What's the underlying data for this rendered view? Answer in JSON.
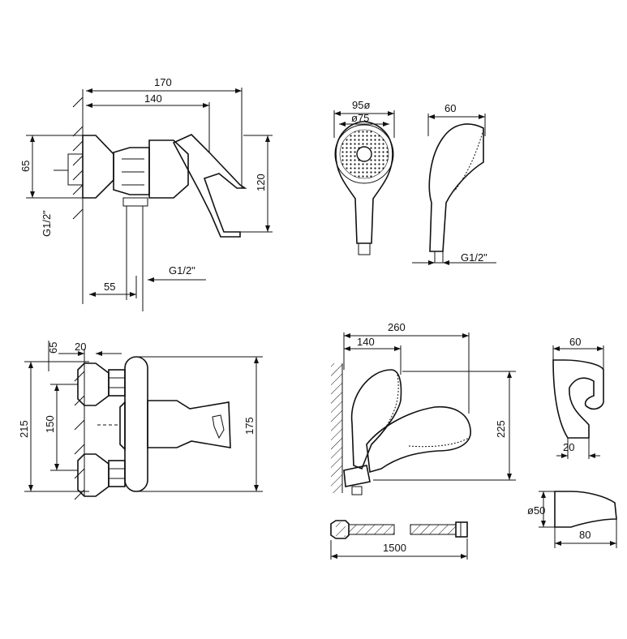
{
  "mixer_top": {
    "dims": {
      "total_width": "170",
      "body_width": "140",
      "height": "65",
      "depth": "120",
      "thread_left": "G1/2\"",
      "thread_bottom": "G1/2\"",
      "outlet_offset": "55"
    }
  },
  "hand_shower_front": {
    "dims": {
      "outer_diameter": "95ø",
      "inner_diameter": "ø75"
    }
  },
  "hand_shower_side": {
    "dims": {
      "depth": "60",
      "thread": "G1/2\""
    }
  },
  "mixer_front": {
    "dims": {
      "small_offset": "65",
      "connector": "20",
      "total_height": "215",
      "centers": "150",
      "body_height": "175"
    }
  },
  "shower_assembly": {
    "dims": {
      "total_width": "260",
      "inner_width": "140",
      "height": "225"
    }
  },
  "holder": {
    "dims": {
      "width": "60",
      "base": "20"
    }
  },
  "hose": {
    "dims": {
      "length": "1500"
    }
  },
  "escutcheon": {
    "dims": {
      "diameter": "ø50",
      "depth": "80"
    }
  }
}
